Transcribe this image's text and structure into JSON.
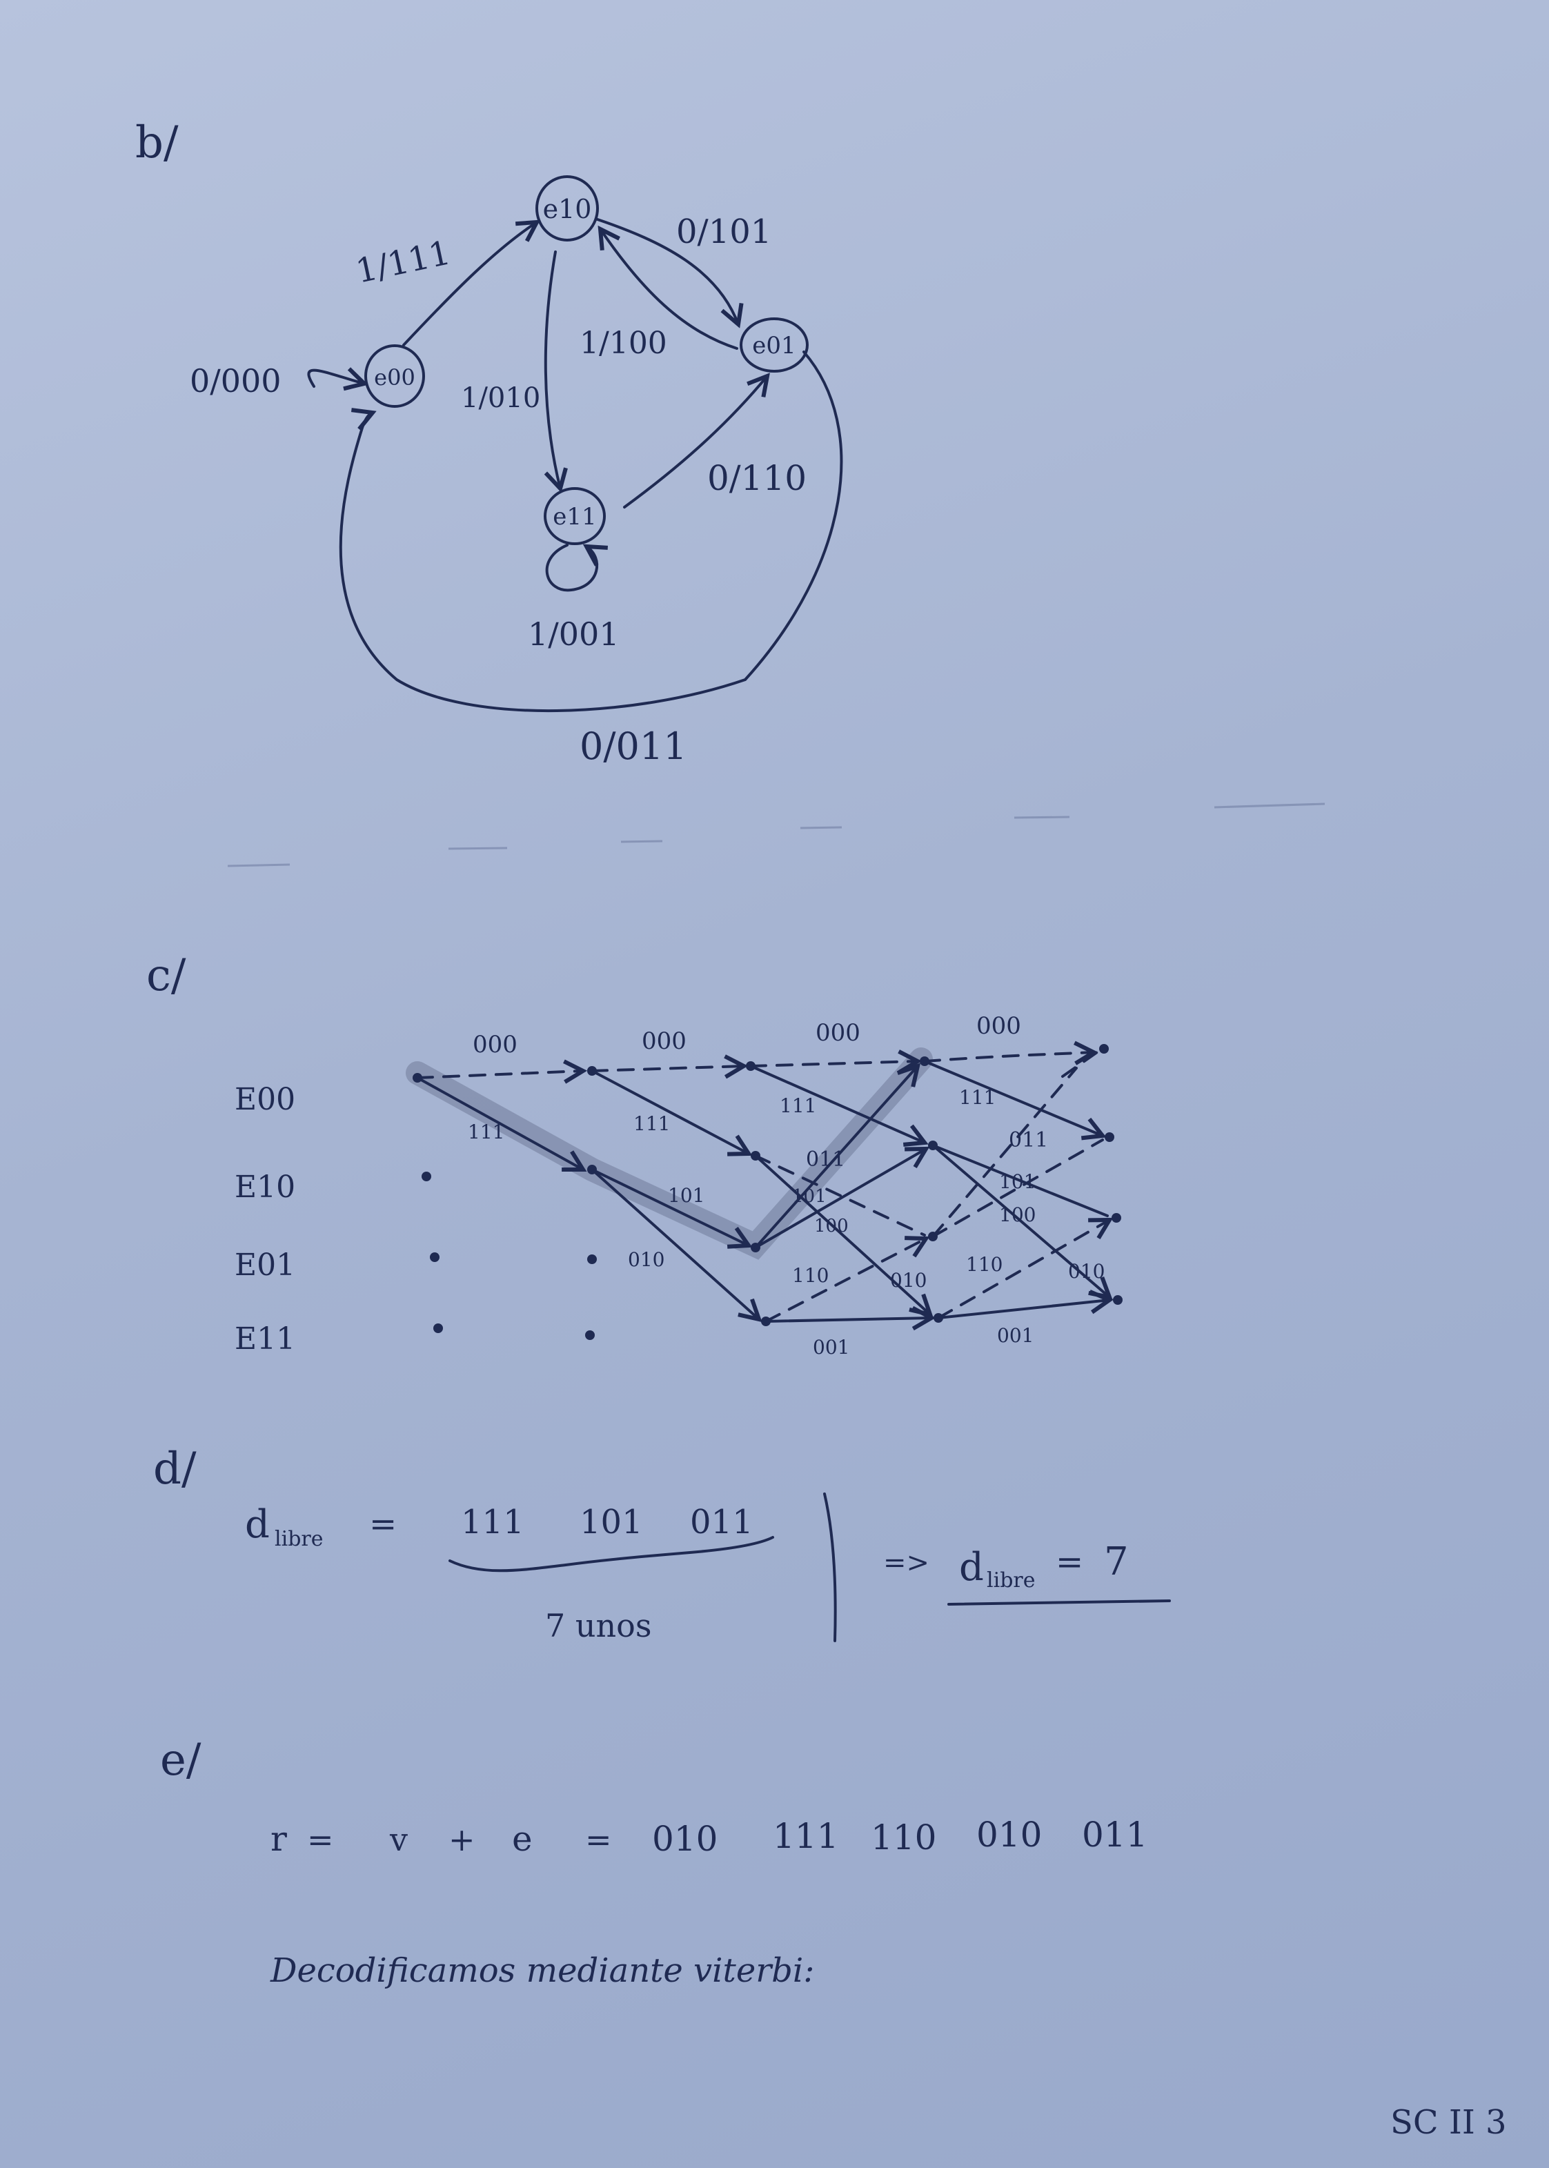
{
  "sections": {
    "b": "b/",
    "c": "c/",
    "d": "d/",
    "e": "e/"
  },
  "state_diagram": {
    "states": [
      "e00",
      "e10",
      "e01",
      "e11"
    ],
    "transitions": [
      {
        "from": "e00",
        "to": "e00",
        "label": "0/000"
      },
      {
        "from": "e00",
        "to": "e10",
        "label": "1/111"
      },
      {
        "from": "e10",
        "to": "e01",
        "label": "0/101"
      },
      {
        "from": "e10",
        "to": "e11",
        "label": "1/010"
      },
      {
        "from": "e01",
        "to": "e10",
        "label": "1/100"
      },
      {
        "from": "e11",
        "to": "e01",
        "label": "0/110"
      },
      {
        "from": "e11",
        "to": "e11",
        "label": "1/001"
      },
      {
        "from": "e01",
        "to": "e00",
        "label": "0/011"
      }
    ]
  },
  "trellis": {
    "row_labels": [
      "E00",
      "E10",
      "E01",
      "E11"
    ],
    "branch_labels": {
      "top_000": [
        "000",
        "000",
        "000",
        "000"
      ],
      "t1_111": "111",
      "t2_111": "111",
      "t2_010": "010",
      "t3_111": "111",
      "t3_101": "101",
      "t3_100": "100",
      "t3_011": "011",
      "t3_110": "110",
      "t3_010": "010",
      "t3_001": "001",
      "t4_111": "111",
      "t4_011": "011",
      "t4_101": "101",
      "t4_100": "100",
      "t4_110": "110",
      "t4_010": "010",
      "t4_001": "001"
    }
  },
  "free_distance": {
    "lhs": "d",
    "lhs_sub": "libre",
    "equals": "=",
    "sequence": [
      "111",
      "101",
      "011"
    ],
    "underbrace_note": "7 unos",
    "implies": "=>",
    "result_lhs": "d",
    "result_sub": "libre",
    "result_eq": "=",
    "result_value": "7"
  },
  "received": {
    "r": "r",
    "eq1": "=",
    "v": "v",
    "plus": "+",
    "e": "e",
    "eq2": "=",
    "blocks": [
      "010",
      "111",
      "110",
      "010",
      "011"
    ]
  },
  "decode_note": "Decodificamos mediante viterbi:",
  "page_footer": "SC II 3"
}
